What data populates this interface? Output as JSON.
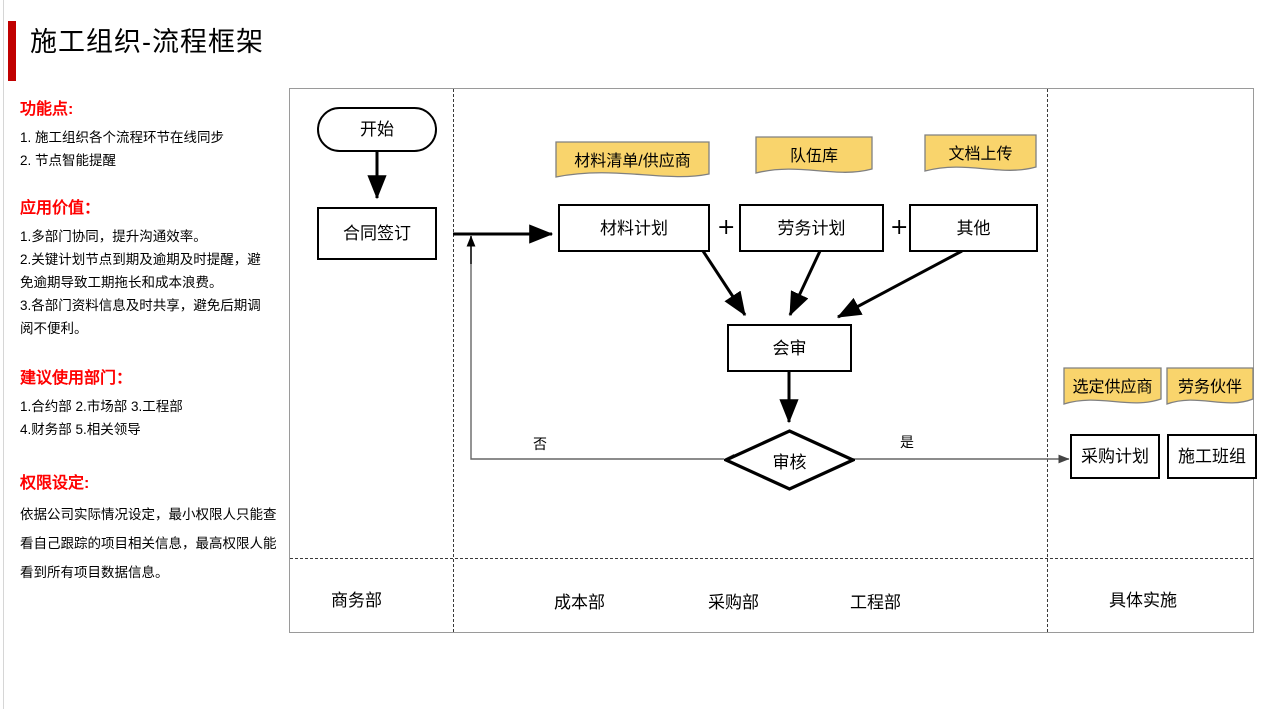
{
  "page": {
    "title": "施工组织-流程框架",
    "accent_color": "#c00000",
    "heading_color": "#ff0000",
    "note_fill": "#f9d46c",
    "note_stroke": "#808080"
  },
  "info_column": {
    "sections": [
      {
        "heading": "功能点:",
        "lines": [
          "1. 施工组织各个流程环节在线同步",
          "2. 节点智能提醒"
        ]
      },
      {
        "heading": "应用价值：",
        "lines": [
          "1.多部门协同，提升沟通效率。",
          "2.关键计划节点到期及逾期及时提醒，避",
          "免逾期导致工期拖长和成本浪费。",
          "3.各部门资料信息及时共享，避免后期调",
          "阅不便利。"
        ]
      },
      {
        "heading": "建议使用部门：",
        "lines": [
          "1.合约部 2.市场部 3.工程部",
          "4.财务部 5.相关领导"
        ]
      },
      {
        "heading": "权限设定:",
        "paragraph": "依据公司实际情况设定，最小权限人只能查看自己跟踪的项目相关信息，最高权限人能看到所有项目数据信息。"
      }
    ]
  },
  "diagram": {
    "nodes": [
      {
        "id": "start",
        "label": "开始",
        "shape": "terminator"
      },
      {
        "id": "contract",
        "label": "合同签订",
        "shape": "process"
      },
      {
        "id": "material_plan",
        "label": "材料计划",
        "shape": "process"
      },
      {
        "id": "labor_plan",
        "label": "劳务计划",
        "shape": "process"
      },
      {
        "id": "other_plan",
        "label": "其他",
        "shape": "process"
      },
      {
        "id": "joint_review",
        "label": "会审",
        "shape": "process"
      },
      {
        "id": "approval",
        "label": "审核",
        "shape": "decision"
      },
      {
        "id": "purchase_plan",
        "label": "采购计划",
        "shape": "process"
      },
      {
        "id": "work_team",
        "label": "施工班组",
        "shape": "process"
      }
    ],
    "notes": [
      {
        "id": "note_material",
        "label": "材料清单/供应商"
      },
      {
        "id": "note_team_db",
        "label": "队伍库"
      },
      {
        "id": "note_doc_upload",
        "label": "文档上传"
      },
      {
        "id": "note_supplier",
        "label": "选定供应商"
      },
      {
        "id": "note_partner",
        "label": "劳务伙伴"
      }
    ],
    "operators": [
      {
        "id": "plus_1",
        "label": "+"
      },
      {
        "id": "plus_2",
        "label": "+"
      }
    ],
    "edge_labels": [
      {
        "id": "edge_no",
        "label": "否"
      },
      {
        "id": "edge_yes",
        "label": "是"
      }
    ],
    "lanes": [
      {
        "id": "lane_business",
        "label": "商务部"
      },
      {
        "id": "lane_cost",
        "label": "成本部"
      },
      {
        "id": "lane_purchase",
        "label": "采购部"
      },
      {
        "id": "lane_project",
        "label": "工程部"
      },
      {
        "id": "lane_execution",
        "label": "具体实施"
      }
    ]
  }
}
